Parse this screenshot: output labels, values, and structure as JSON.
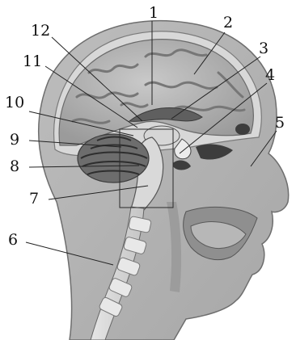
{
  "labels": [
    {
      "id": "1",
      "text": "1"
    },
    {
      "id": "2",
      "text": "2"
    },
    {
      "id": "3",
      "text": "3"
    },
    {
      "id": "4",
      "text": "4"
    },
    {
      "id": "5",
      "text": "5"
    },
    {
      "id": "6",
      "text": "6"
    },
    {
      "id": "7",
      "text": "7"
    },
    {
      "id": "8",
      "text": "8"
    },
    {
      "id": "9",
      "text": "9"
    },
    {
      "id": "10",
      "text": "10"
    },
    {
      "id": "11",
      "text": "11"
    },
    {
      "id": "12",
      "text": "12"
    }
  ],
  "colors": {
    "skin": "#cfcfcf",
    "skin_dark": "#a9a9a9",
    "brain": "#b4b4b4",
    "brain_fold": "#8a8a8a",
    "cerebellum": "#6f6f6f",
    "spine": "#d9d9d9",
    "leader": "#222222"
  }
}
